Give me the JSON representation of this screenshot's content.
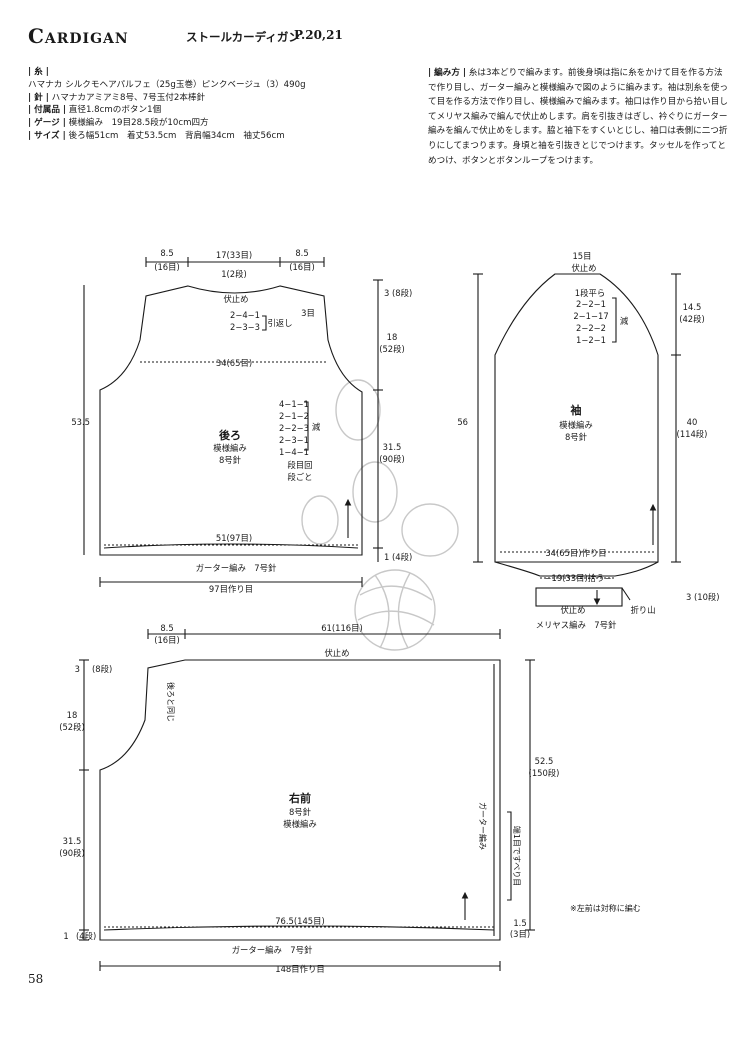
{
  "header": {
    "title": "Cardigan",
    "subtitle": "ストールカーディガン",
    "pages": "P.20,21"
  },
  "specs": [
    {
      "key": "| 糸 |",
      "value": "ハマナカ シルクモヘアパルフェ（25g玉巻）ピンクベージュ（3）490g",
      "own_line": true
    },
    {
      "key": "| 針 |",
      "value": "ハマナカアミアミ8号、7号玉付2本棒針"
    },
    {
      "key": "| 付属品 |",
      "value": "直径1.8cmのボタン1個"
    },
    {
      "key": "| ゲージ |",
      "value": "模様編み　19目28.5段が10cm四方"
    },
    {
      "key": "| サイズ |",
      "value": "後ろ幅51cm　着丈53.5cm　背肩幅34cm　袖丈56cm"
    }
  ],
  "method": {
    "key": "| 編み方 |",
    "text": "糸は3本どりで編みます。前後身頃は指に糸をかけて目を作る方法で作り目し、ガーター編みと模様編みで図のように編みます。袖は別糸を使って目を作る方法で作り目し、模様編みで編みます。袖口は作り目から拾い目してメリヤス編みで編んで伏止めします。肩を引抜きはぎし、衿ぐりにガーター編みを編んで伏止めをします。脇と袖下をすくいとじし、袖口は表側に二つ折りにしてまつります。身頃と袖を引抜きとじでつけます。タッセルを作ってとめつけ、ボタンとボタンループをつけます。"
  },
  "back": {
    "name": "後ろ",
    "pattern": "模様編み",
    "needle": "8号針",
    "shoulder_w": "8.5",
    "shoulder_sts": "(16目)",
    "neck_w": "17(33目)",
    "neck_top": "1(2段)",
    "bind_off": "伏止め",
    "neck_dec": [
      "2−4−1",
      "2−3−3"
    ],
    "pull_back": "引返し",
    "neck_side": "3目",
    "shoulder_h": "3",
    "shoulder_rows": "(8段)",
    "armhole_h": "18",
    "armhole_rows": "(52段)",
    "chest": "34(65目)",
    "arm_dec": [
      "4−1−1",
      "2−1−2",
      "2−2−3",
      "2−3−1",
      "1−4−1"
    ],
    "dec_label": "減",
    "rows_sts": "段目回",
    "every": "段ごと",
    "total_h": "53.5",
    "body_h": "31.5",
    "body_rows": "(90段)",
    "hem_h": "1",
    "hem_rows": "(4段)",
    "width": "51(97目)",
    "garter": "ガーター編み　7号針",
    "cast_on": "97目作り目"
  },
  "sleeve": {
    "name": "袖",
    "pattern": "模様編み",
    "needle": "8号針",
    "top": "15目",
    "bind_off": "伏止め",
    "flat": "1段平ら",
    "cap_dec": [
      "2−2−1",
      "2−1−17",
      "2−2−2",
      "1−2−1"
    ],
    "dec_label": "減",
    "cap_h": "14.5",
    "cap_rows": "(42段)",
    "length": "56",
    "lower_h": "40",
    "lower_rows": "(114段)",
    "width": "34(65目)作り目",
    "cuff_pick": "−19(33目)拾う−",
    "cuff_bind": "伏止め",
    "fold": "折り山",
    "cuff_h": "3",
    "cuff_rows": "(10段)",
    "cuff_pattern": "メリヤス編み　7号針"
  },
  "front": {
    "name": "右前",
    "pattern": "模様編み",
    "needle": "8号針",
    "shoulder_w": "8.5",
    "shoulder_sts": "(16目)",
    "width_top": "61(116目)",
    "bind_off": "伏止め",
    "same_back": "後ろと同じ",
    "shoulder_h": "3",
    "shoulder_rows": "(8段)",
    "armhole_h": "18",
    "armhole_rows": "(52段)",
    "body_h": "31.5",
    "body_rows": "(90段)",
    "hem_h": "1",
    "hem_rows": "(4段)",
    "front_h": "52.5",
    "front_rows": "(150段)",
    "garter_side": "ガーター編み",
    "edge_note": "端1目ですべり目",
    "edge_w": "1.5",
    "edge_sts": "(3目)",
    "width": "76.5(145目)",
    "garter": "ガーター編み　7号針",
    "cast_on": "148目作り目",
    "mirror_note": "※左前は対称に編む"
  },
  "footer": {
    "page_number": "58"
  }
}
